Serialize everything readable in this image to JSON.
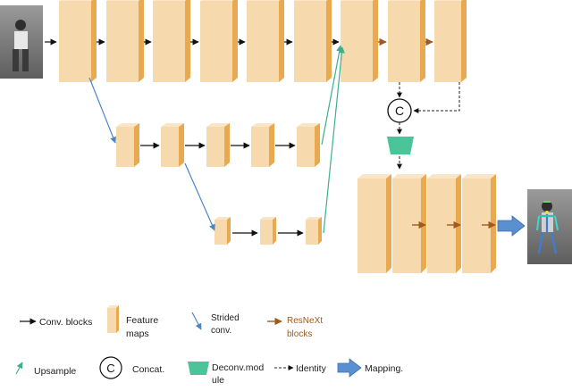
{
  "legend": {
    "conv_blocks": "Conv. blocks",
    "feature_maps_line1": "Feature",
    "feature_maps_line2": "maps",
    "strided_conv_line1": "Strided",
    "strided_conv_line2": "conv.",
    "resnext_line1": "ResNeXt",
    "resnext_line2": "blocks",
    "upsample": "Upsample",
    "concat": "Concat.",
    "deconv_line1": "Deconv.mod",
    "deconv_line2": "ule",
    "identity": "Identity",
    "mapping": "Mapping."
  },
  "concat_symbol": "C",
  "colors": {
    "feature_map_front": "#f6d9ac",
    "feature_map_side": "#e8a950",
    "feature_map_top": "#f9e6c8",
    "conv_arrow": "#111111",
    "strided_arrow": "#4a86c5",
    "resnext_arrow": "#a05a1e",
    "upsample_arrow": "#3cb08a",
    "deconv_module": "#4cc49a",
    "mapping_arrow": "#5a8fd0",
    "identity_arrow": "#222222"
  },
  "icons": {
    "input_image": "person-photo-icon",
    "output_image": "pose-skeleton-photo-icon"
  }
}
